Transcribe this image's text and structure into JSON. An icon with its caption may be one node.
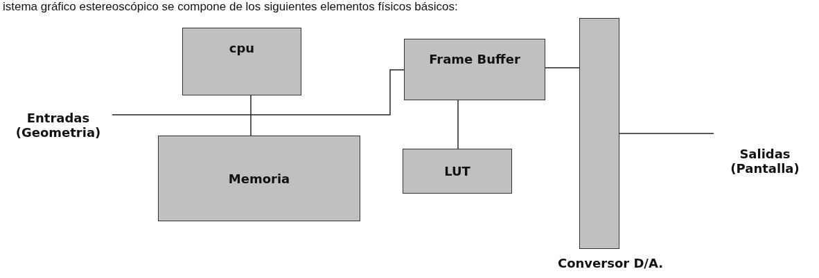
{
  "diagram": {
    "nodes": [
      {
        "text": [
          "cpu"
        ]
      },
      {
        "text": [
          "Memoria"
        ]
      },
      {
        "text": [
          "Frame Buffer"
        ]
      },
      {
        "text": [
          "LUT"
        ]
      },
      {
        "text": [
          "Conversor D/A."
        ]
      },
      {
        "text": [
          "Entradas (Geometria)"
        ]
      },
      {
        "text": [
          "Salidas (Pantalla)"
        ]
      }
    ],
    "edges": [
      {
        "from": 0,
        "to": 1,
        "arrow": "none"
      },
      {
        "from": 5,
        "to": 2,
        "arrow": "none"
      },
      {
        "from": 2,
        "to": 3,
        "arrow": "none"
      },
      {
        "from": 2,
        "to": 4,
        "arrow": "none"
      },
      {
        "from": 4,
        "to": 6,
        "arrow": "none"
      }
    ],
    "labels": [
      "istema gráfico estereoscópico se compone de los siguientes elementos físicos básicos:"
    ]
  }
}
